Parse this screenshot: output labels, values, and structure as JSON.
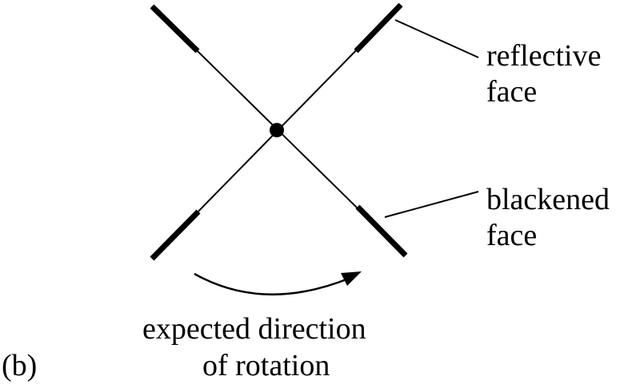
{
  "diagram": {
    "panel_label": "(b)",
    "labels": {
      "reflective_line1": "reflective",
      "reflective_line2": "face",
      "blackened_line1": "blackened",
      "blackened_line2": "face",
      "rotation_line1": "expected direction",
      "rotation_line2": "of rotation"
    },
    "colors": {
      "ink": "#000000",
      "background": "#ffffff"
    }
  }
}
